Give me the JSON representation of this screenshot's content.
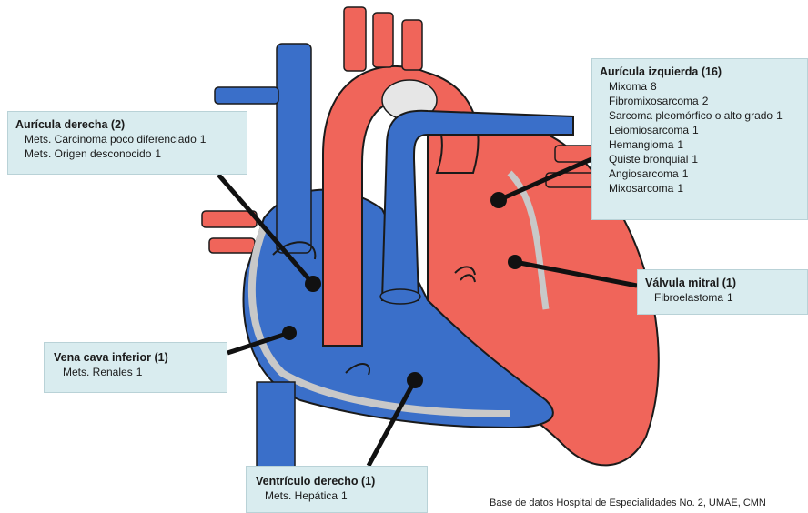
{
  "colors": {
    "venous": "#3a6fc9",
    "arterial": "#f0655a",
    "septum": "#c8c8c8",
    "box": "#d9ecef",
    "leader": "#111111"
  },
  "boxes": {
    "ra": {
      "title": "Aurícula derecha (2)",
      "items": [
        {
          "label": "Mets. Carcinoma poco diferenciado",
          "count": "1"
        },
        {
          "label": "Mets. Origen desconocido",
          "count": "1"
        }
      ]
    },
    "la": {
      "title": "Aurícula izquierda (16)",
      "items": [
        {
          "label": "Mixoma",
          "count": "8"
        },
        {
          "label": "Fibromixosarcoma",
          "count": "2"
        },
        {
          "label": "Sarcoma pleomórfico o alto grado",
          "count": "1"
        },
        {
          "label": "Leiomiosarcoma",
          "count": "1"
        },
        {
          "label": "Hemangioma",
          "count": "1"
        },
        {
          "label": "Quiste bronquial",
          "count": "1"
        },
        {
          "label": "Angiosarcoma",
          "count": "1"
        },
        {
          "label": "Mixosarcoma",
          "count": "1"
        }
      ]
    },
    "mv": {
      "title": "Válvula mitral (1)",
      "items": [
        {
          "label": "Fibroelastoma",
          "count": "1"
        }
      ]
    },
    "ivc": {
      "title": "Vena cava inferior (1)",
      "items": [
        {
          "label": "Mets. Renales",
          "count": "1"
        }
      ]
    },
    "rv": {
      "title": "Ventrículo derecho (1)",
      "items": [
        {
          "label": "Mets. Hepática",
          "count": "1"
        }
      ]
    }
  },
  "footer": "Base de datos Hospital de Especialidades No. 2, UMAE, CMN"
}
